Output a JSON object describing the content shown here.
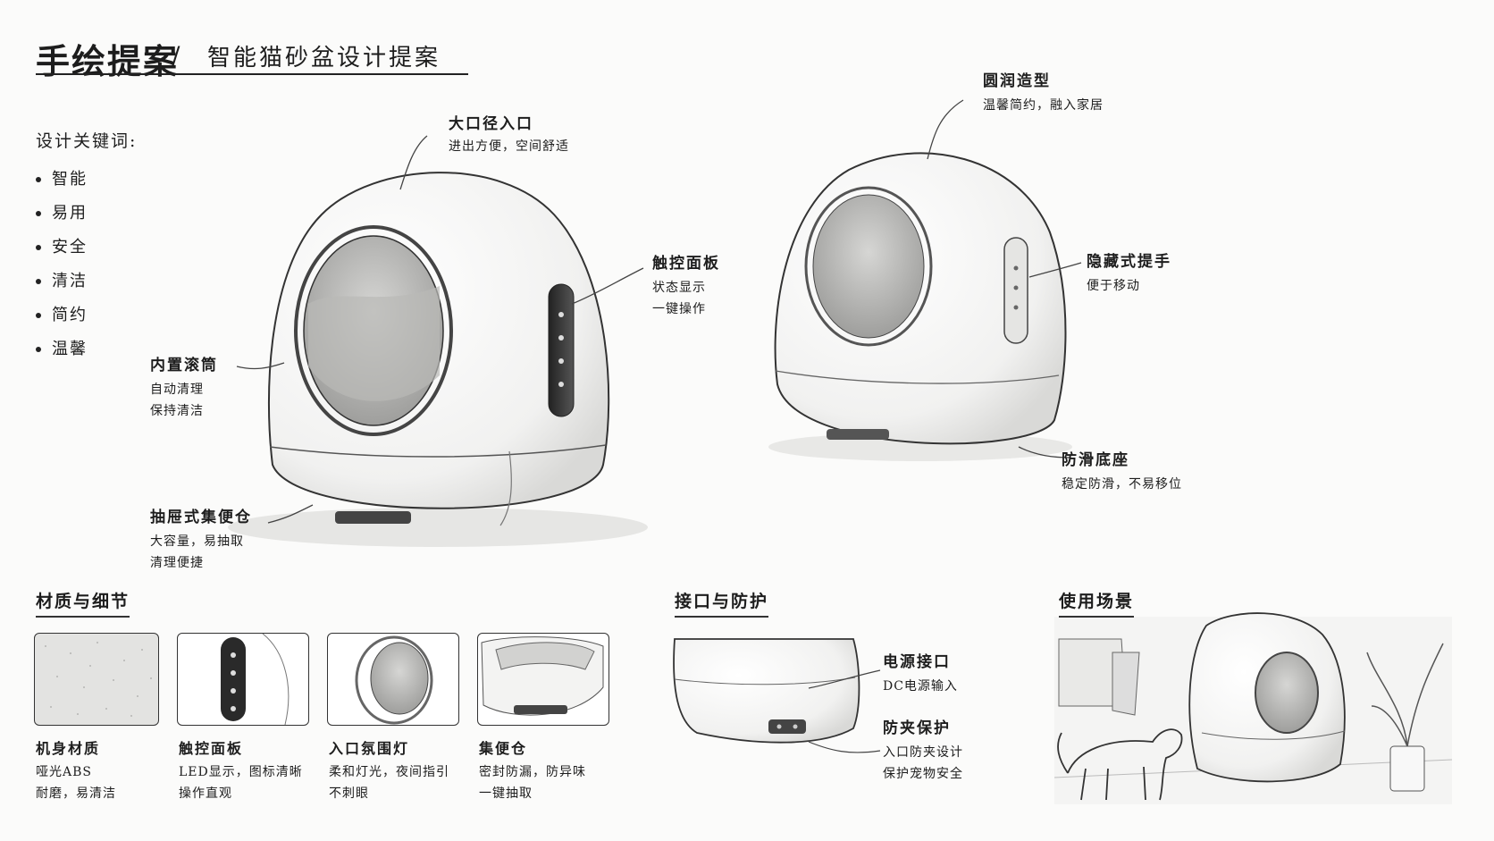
{
  "header": {
    "title": "手绘提案",
    "slash": "/",
    "subtitle": "智能猫砂盆设计提案"
  },
  "keywords": {
    "heading": "设计关键词:",
    "items": [
      "智能",
      "易用",
      "安全",
      "清洁",
      "简约",
      "温馨"
    ]
  },
  "callouts": {
    "large_entrance": {
      "title": "大口径入口",
      "desc": "进出方便，空间舒适"
    },
    "touch_panel": {
      "title": "触控面板",
      "desc1": "状态显示",
      "desc2": "一键操作"
    },
    "drum": {
      "title": "内置滚筒",
      "desc1": "自动清理",
      "desc2": "保持清洁"
    },
    "drawer": {
      "title": "抽屉式集便仓",
      "desc1": "大容量，易抽取",
      "desc2": "清理便捷"
    },
    "round_shape": {
      "title": "圆润造型",
      "desc": "温馨简约，融入家居"
    },
    "hidden_handle": {
      "title": "隐藏式提手",
      "desc": "便于移动"
    },
    "antislip": {
      "title": "防滑底座",
      "desc": "稳定防滑，不易移位"
    }
  },
  "materials": {
    "title": "材质与细节",
    "items": [
      {
        "title": "机身材质",
        "desc1": "哑光ABS",
        "desc2": "耐磨，易清洁"
      },
      {
        "title": "触控面板",
        "desc1": "LED显示，图标清晰",
        "desc2": "操作直观"
      },
      {
        "title": "入口氛围灯",
        "desc1": "柔和灯光，夜间指引",
        "desc2": "不刺眼"
      },
      {
        "title": "集便仓",
        "desc1": "密封防漏，防异味",
        "desc2": "一键抽取"
      }
    ]
  },
  "interface": {
    "title": "接口与防护",
    "power": {
      "title": "电源接口",
      "desc": "DC电源输入"
    },
    "pinch": {
      "title": "防夹保护",
      "desc1": "入口防夹设计",
      "desc2": "保护宠物安全"
    }
  },
  "scene": {
    "title": "使用场景"
  },
  "colors": {
    "ink": "#1d1d1d",
    "paper": "#fbfbfa",
    "line": "#333333"
  },
  "icons": [
    "drum-window",
    "touch-panel",
    "cat",
    "sofa",
    "plant"
  ]
}
